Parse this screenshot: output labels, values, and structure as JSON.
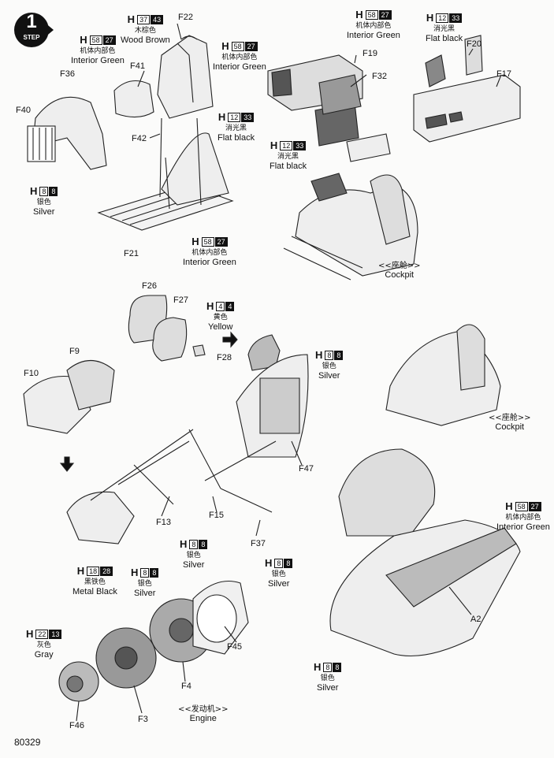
{
  "step": {
    "number": "1",
    "word": "STEP"
  },
  "doc_number": "80329",
  "paints": [
    {
      "id": "p1",
      "code": "H",
      "num1": "37",
      "num2": "43",
      "zh": "木棕色",
      "en": "Wood Brown"
    },
    {
      "id": "p2",
      "code": "H",
      "num1": "58",
      "num2": "27",
      "zh": "机体内部色",
      "en": "Interior Green"
    },
    {
      "id": "p3",
      "code": "H",
      "num1": "58",
      "num2": "27",
      "zh": "机体内部色",
      "en": "Interior Green"
    },
    {
      "id": "p4",
      "code": "H",
      "num1": "58",
      "num2": "27",
      "zh": "机体内部色",
      "en": "Interior Green"
    },
    {
      "id": "p5",
      "code": "H",
      "num1": "12",
      "num2": "33",
      "zh": "消光黑",
      "en": "Flat black"
    },
    {
      "id": "p6",
      "code": "H",
      "num1": "12",
      "num2": "33",
      "zh": "消光黑",
      "en": "Flat black"
    },
    {
      "id": "p7",
      "code": "H",
      "num1": "12",
      "num2": "33",
      "zh": "消光黑",
      "en": "Flat black"
    },
    {
      "id": "p8",
      "code": "H",
      "num1": "8",
      "num2": "8",
      "zh": "银色",
      "en": "Silver"
    },
    {
      "id": "p9",
      "code": "H",
      "num1": "58",
      "num2": "27",
      "zh": "机体内部色",
      "en": "Interior Green"
    },
    {
      "id": "p10",
      "code": "H",
      "num1": "4",
      "num2": "4",
      "zh": "黄色",
      "en": "Yellow"
    },
    {
      "id": "p11",
      "code": "H",
      "num1": "8",
      "num2": "8",
      "zh": "银色",
      "en": "Silver"
    },
    {
      "id": "p12",
      "code": "H",
      "num1": "8",
      "num2": "8",
      "zh": "银色",
      "en": "Silver"
    },
    {
      "id": "p13",
      "code": "H",
      "num1": "18",
      "num2": "28",
      "zh": "黑铁色",
      "en": "Metal  Black"
    },
    {
      "id": "p14",
      "code": "H",
      "num1": "8",
      "num2": "8",
      "zh": "银色",
      "en": "Silver"
    },
    {
      "id": "p15",
      "code": "H",
      "num1": "8",
      "num2": "8",
      "zh": "银色",
      "en": "Silver"
    },
    {
      "id": "p16",
      "code": "H",
      "num1": "22",
      "num2": "13",
      "zh": "灰色",
      "en": "Gray"
    },
    {
      "id": "p17",
      "code": "H",
      "num1": "58",
      "num2": "27",
      "zh": "机体内部色",
      "en": "Interior Green"
    },
    {
      "id": "p18",
      "code": "H",
      "num1": "8",
      "num2": "8",
      "zh": "银色",
      "en": "Silver"
    }
  ],
  "parts": [
    "F22",
    "F41",
    "F36",
    "F40",
    "F42",
    "F21",
    "F19",
    "F32",
    "F20",
    "F17",
    "F26",
    "F27",
    "F28",
    "F9",
    "F10",
    "F47",
    "F13",
    "F15",
    "F37",
    "F45",
    "F4",
    "F3",
    "F46",
    "A2"
  ],
  "captions": [
    {
      "zh": "<<座舱>>",
      "en": "Cockpit"
    },
    {
      "zh": "<<座舱>>",
      "en": "Cockpit"
    },
    {
      "zh": "<<发动机>>",
      "en": "Engine"
    }
  ]
}
